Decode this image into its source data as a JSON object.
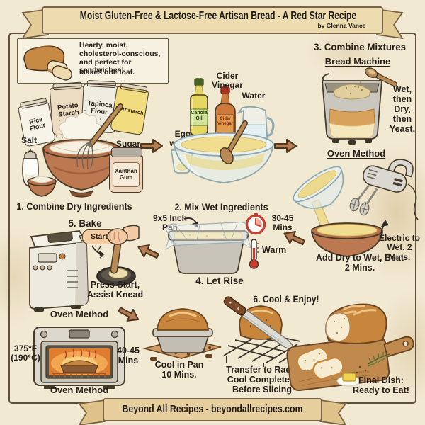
{
  "banner": {
    "title": "Moist Gluten-Free & Lactose-Free Artisan Bread - A Red Star Recipe",
    "byline": "by Glenna Vance"
  },
  "intro": {
    "text": "Hearty, moist, cholesterol-conscious, and perfect for sandwiches!",
    "yield": "Makes one loaf."
  },
  "ingredients": {
    "rice_flour": "Rice Flour",
    "potato_starch": "Potato Starch",
    "tapioca_flour": "Tapioca Flour",
    "cornstarch": "Cornstarch",
    "salt": "Salt",
    "sugar": "Sugar",
    "xanthan_gum": "Xanthan Gum",
    "egg_whites": "Egg whites",
    "canola_oil": "Canola Oil",
    "cider_vinegar": "Cider Vinegar",
    "water": "Water"
  },
  "steps": {
    "step1": "1. Combine Dry Ingredients",
    "step2": "2. Mix Wet Ingredients",
    "step3": "3. Combine Mixtures",
    "step4": "4. Let Rise",
    "step5": "5. Bake",
    "step6": "6. Cool & Enjoy!"
  },
  "step3_detail": {
    "bread_machine_heading": "Bread Machine",
    "order": "Wet, then Dry, then Yeast.",
    "oven_heading": "Oven Method",
    "electric_note": "Electric to Wet, 2 Mins.",
    "add_note": "Add Dry to Wet, Beat 2 Mins."
  },
  "step4_detail": {
    "pan": "9x5 Inch Pan",
    "rise_time": "30-45 Mins",
    "rise_temp": "Warm"
  },
  "step5_detail": {
    "start_button": "Start",
    "knead_note": "Press Start, Assist Knead",
    "oven_heading_top": "Oven Method",
    "oven_temp": "375°F (190°C)",
    "oven_time": "40-45 Mins",
    "oven_heading_bottom": "Oven Method"
  },
  "step6_detail": {
    "cool_pan": "Cool in Pan 10 Mins.",
    "rack": "Transfer to Rack, Cool Completely Before Slicing",
    "final": "Final Dish: Ready to Eat!"
  },
  "footer": {
    "text": "Beyond All Recipes - beyondallrecipes.com"
  },
  "colors": {
    "parchment": "#f2e9d3",
    "ribbon": "#eddcb0",
    "arrow": "#b57d52",
    "ink": "#262019",
    "accent_red": "#c2402f"
  }
}
